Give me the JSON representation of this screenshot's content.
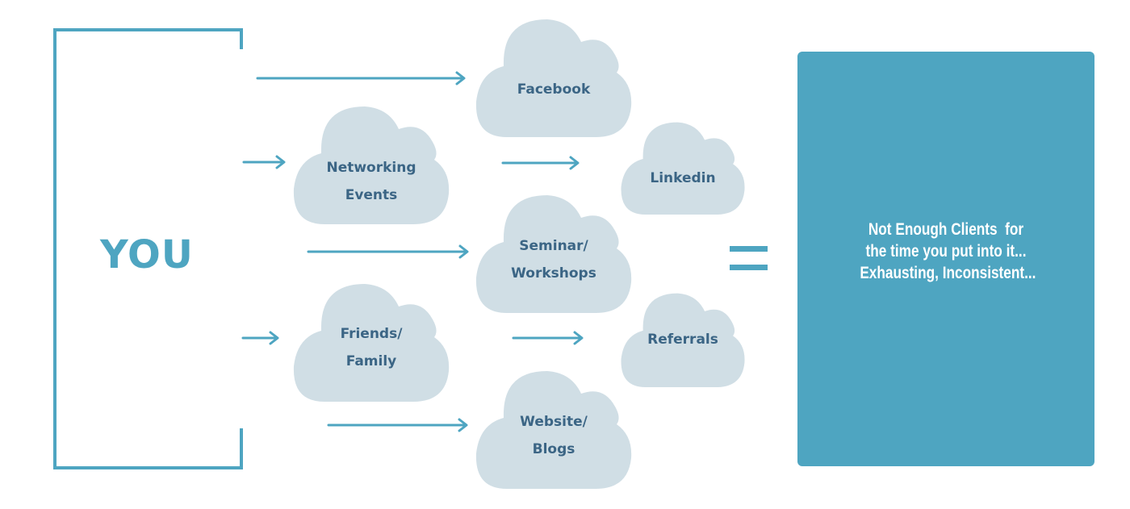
{
  "colors": {
    "accent": "#4ea5c1",
    "cloud_fill": "#d0dee5",
    "cloud_text": "#3b6585",
    "result_text": "#ffffff",
    "background": "#ffffff"
  },
  "source": {
    "label": "YOU"
  },
  "channels": [
    {
      "id": "facebook",
      "lines": [
        "Facebook"
      ]
    },
    {
      "id": "networking-events",
      "lines": [
        "Networking",
        "Events"
      ]
    },
    {
      "id": "linkedin",
      "lines": [
        "Linkedin"
      ]
    },
    {
      "id": "seminar-workshops",
      "lines": [
        "Seminar/",
        "Workshops"
      ]
    },
    {
      "id": "friends-family",
      "lines": [
        "Friends/",
        "Family"
      ]
    },
    {
      "id": "referrals",
      "lines": [
        "Referrals"
      ]
    },
    {
      "id": "website-blogs",
      "lines": [
        "Website/",
        "Blogs"
      ]
    }
  ],
  "equals_symbol": "=",
  "result": {
    "lines": [
      "Not Enough Clients  for",
      "the time you put into it...",
      " Exhausting, Inconsistent..."
    ]
  }
}
